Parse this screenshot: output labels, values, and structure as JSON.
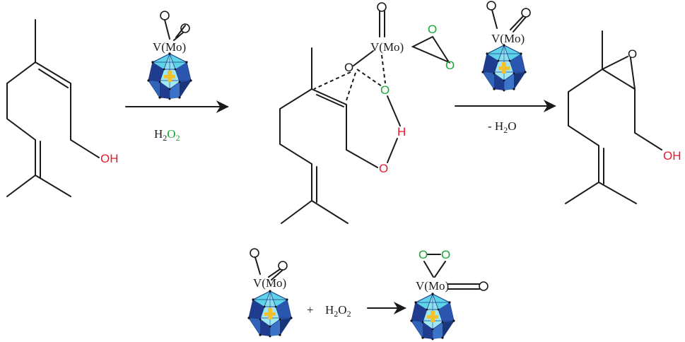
{
  "colors": {
    "hydroxyl": "#e8192c",
    "peroxo_oxygen": "#17a834",
    "bond": "#1a1a1a",
    "cluster_light": "#58d2e6",
    "cluster_dark": "#1f3c8e",
    "cluster_center": "#f2c12e"
  },
  "labels": {
    "geraniol_oh": "OH",
    "catalyst_metal": "V(Mo)",
    "h2o2_top_h": "H",
    "h2o2_top_sub": "2",
    "h2o2_top_o": "O",
    "h2o2_top_sub2": "2",
    "ts_o1": "O",
    "ts_o2": "O",
    "ts_o3": "O",
    "ts_o4": "O",
    "ts_h": "H",
    "ts_o_alcohol": "O",
    "minus_water": "- H",
    "minus_water_sub": "2",
    "minus_water_o": "O",
    "epoxide_o": "O",
    "product_oh": "OH",
    "plus": "+",
    "h2o2_bottom_h": "H",
    "h2o2_bottom_sub": "2",
    "h2o2_bottom_o": "O",
    "h2o2_bottom_sub2": "2"
  },
  "icons": {
    "cluster": "polyoxometalate-cluster-icon",
    "arrow": "reaction-arrow-icon"
  }
}
